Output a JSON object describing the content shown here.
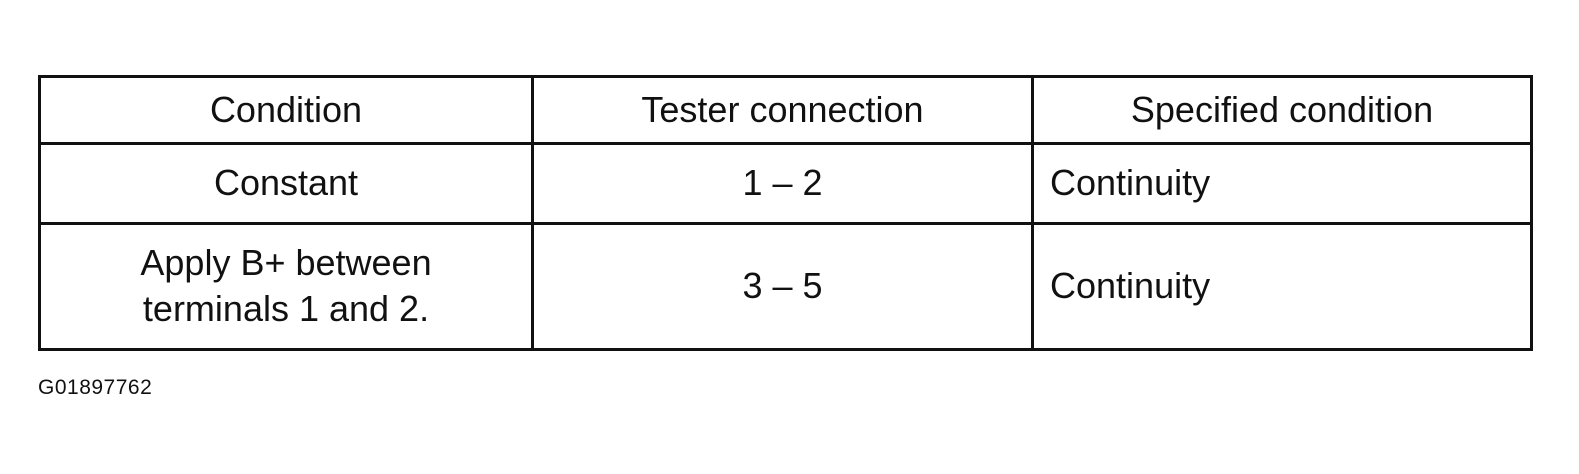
{
  "table": {
    "headers": [
      "Condition",
      "Tester connection",
      "Specified condition"
    ],
    "rows": [
      {
        "condition_lines": [
          "Constant"
        ],
        "tester_connection": "1 – 2",
        "specified_condition": "Continuity"
      },
      {
        "condition_lines": [
          "Apply B+ between",
          "terminals 1 and 2."
        ],
        "tester_connection": "3 – 5",
        "specified_condition": "Continuity"
      }
    ]
  },
  "figure_id": "G01897762"
}
